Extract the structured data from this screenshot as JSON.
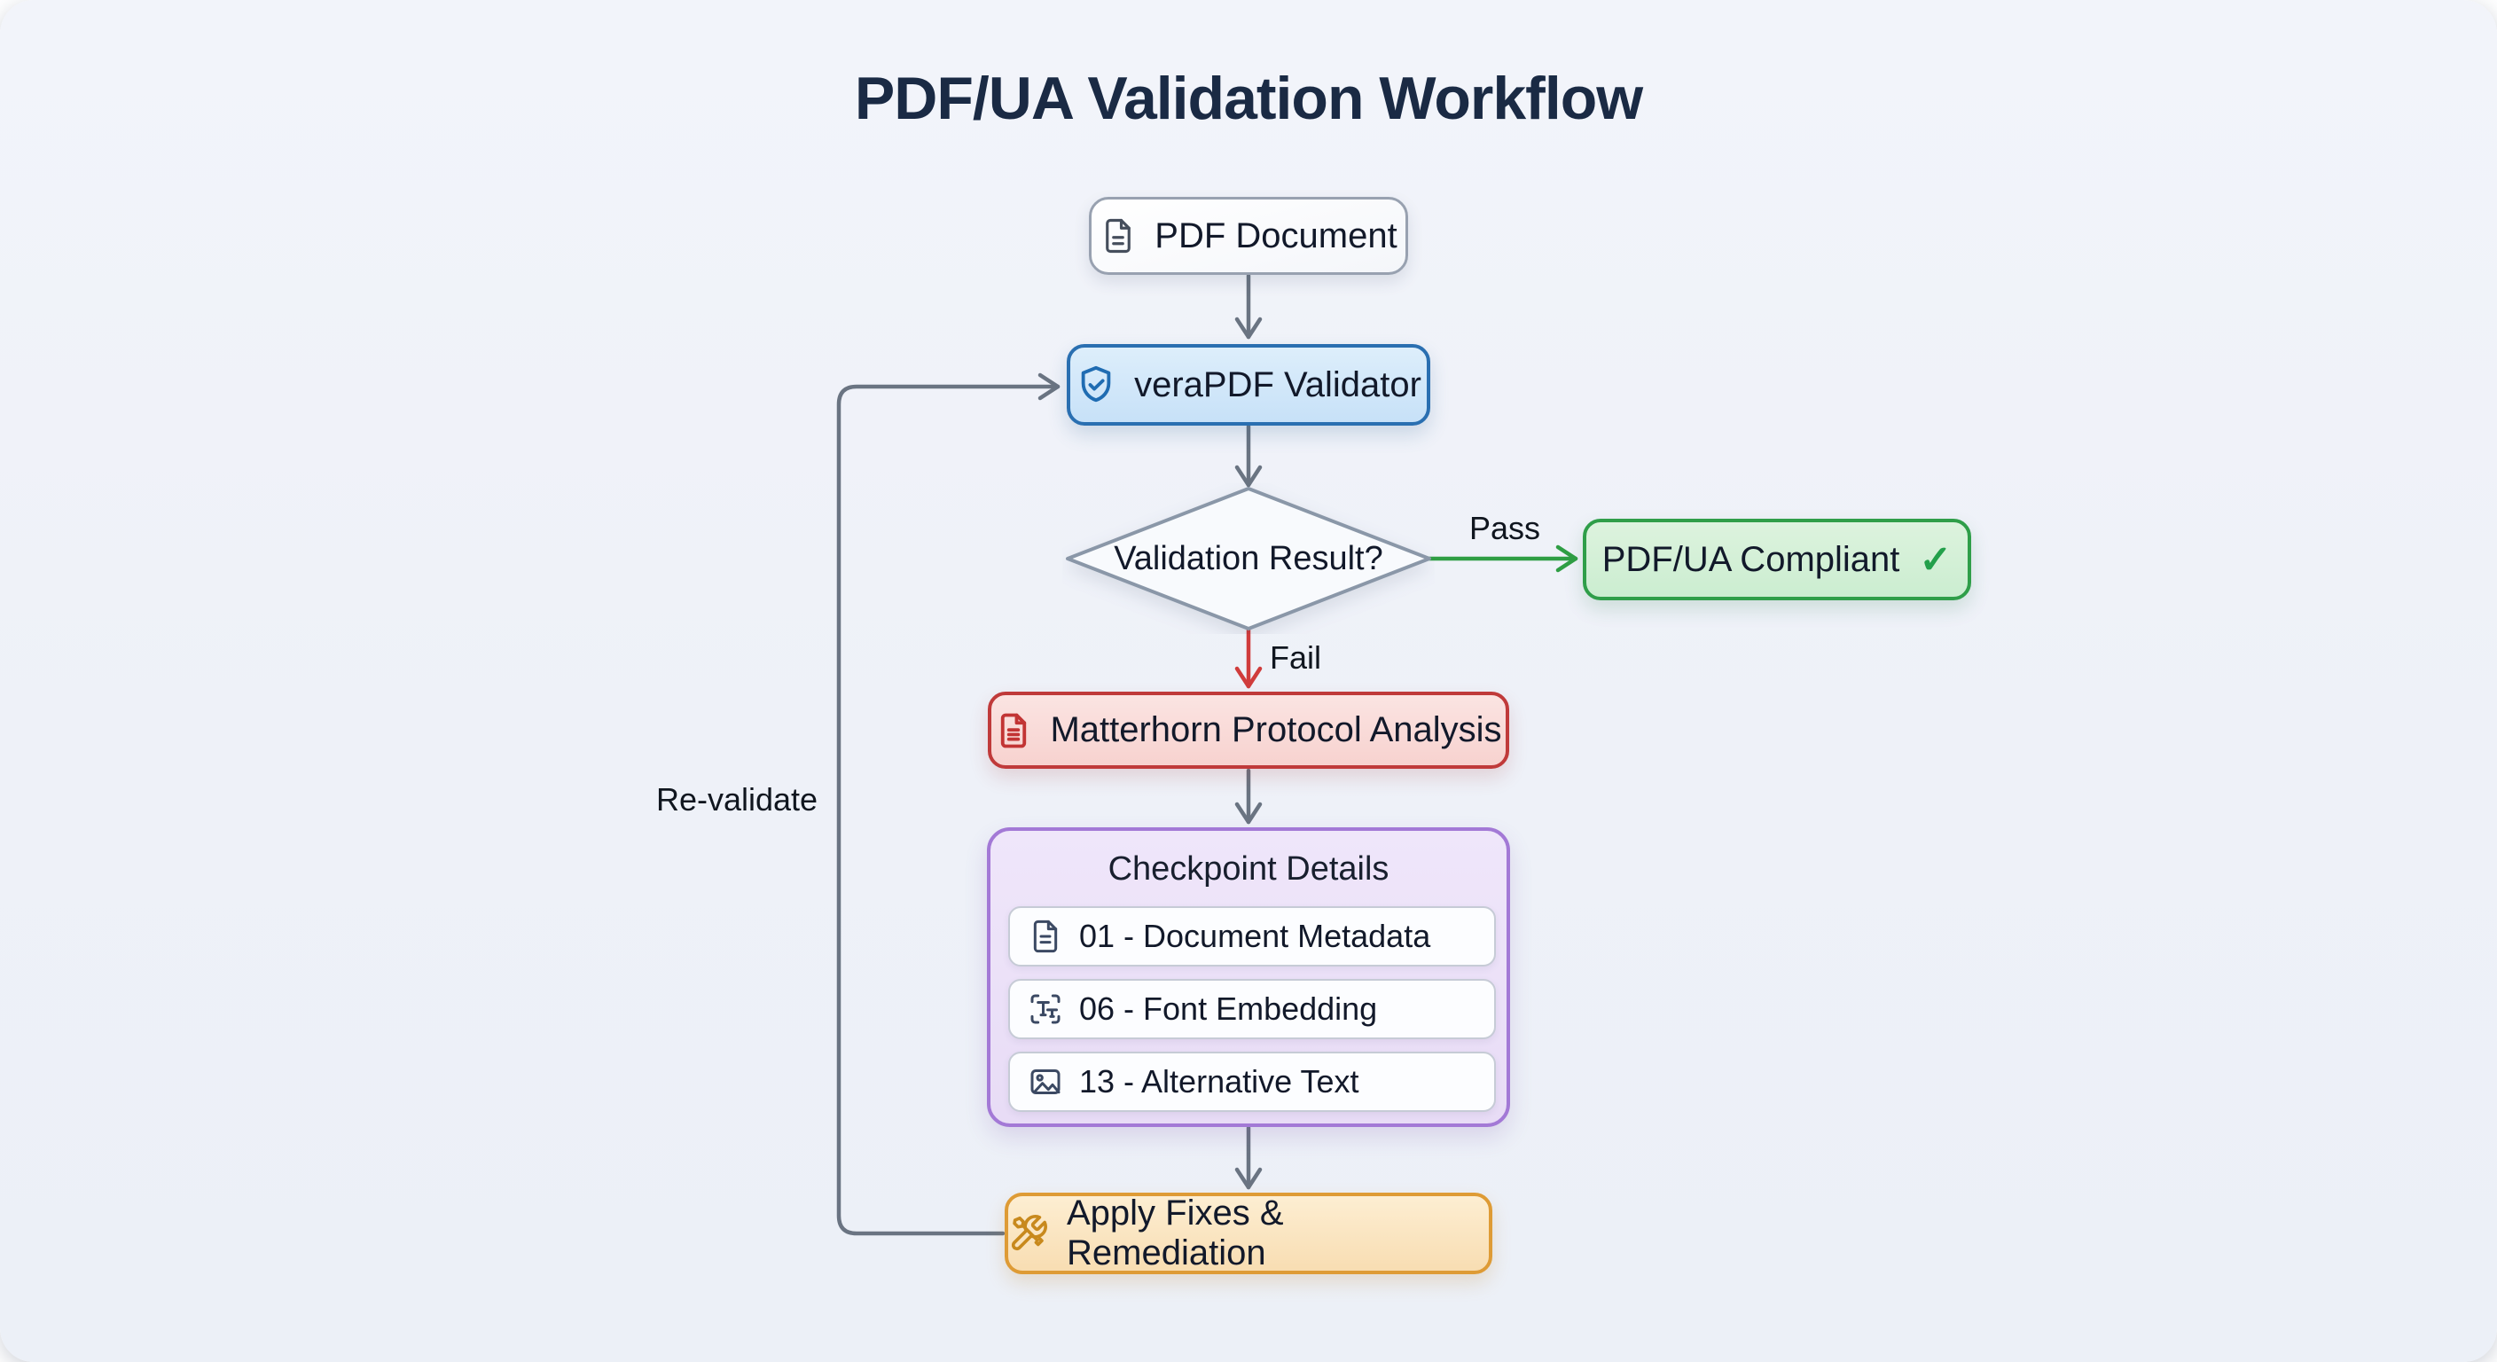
{
  "page": {
    "title": "PDF/UA Validation Workflow"
  },
  "flowchart": {
    "nodes": {
      "pdf_document": {
        "label": "PDF Document",
        "icon": "document-icon"
      },
      "verapdf_validator": {
        "label": "veraPDF Validator",
        "icon": "shield-check-icon",
        "accent": "#2a6fb1"
      },
      "validation_result": {
        "label": "Validation Result?"
      },
      "pdfua_compliant": {
        "label": "PDF/UA Compliant",
        "check_glyph": "✓",
        "accent": "#2f9e49"
      },
      "matterhorn": {
        "label": "Matterhorn Protocol Analysis",
        "icon": "report-document-icon",
        "accent": "#c03a3a"
      },
      "checkpoint_details": {
        "title": "Checkpoint Details",
        "accent": "#a379d6",
        "items": [
          {
            "label": "01 - Document Metadata",
            "icon": "document-metadata-icon"
          },
          {
            "label": "06 - Font Embedding",
            "icon": "font-type-icon"
          },
          {
            "label": "13 - Alternative Text",
            "icon": "image-icon"
          }
        ]
      },
      "apply_fixes": {
        "label": "Apply Fixes & Remediation",
        "icon": "tools-icon",
        "accent": "#de9b35"
      }
    },
    "edges": {
      "pass_label": "Pass",
      "fail_label": "Fail",
      "revalidate_label": "Re-validate",
      "pass_color": "#2f9e44",
      "fail_color": "#d03c3c",
      "line_color": "#6a7482"
    }
  }
}
